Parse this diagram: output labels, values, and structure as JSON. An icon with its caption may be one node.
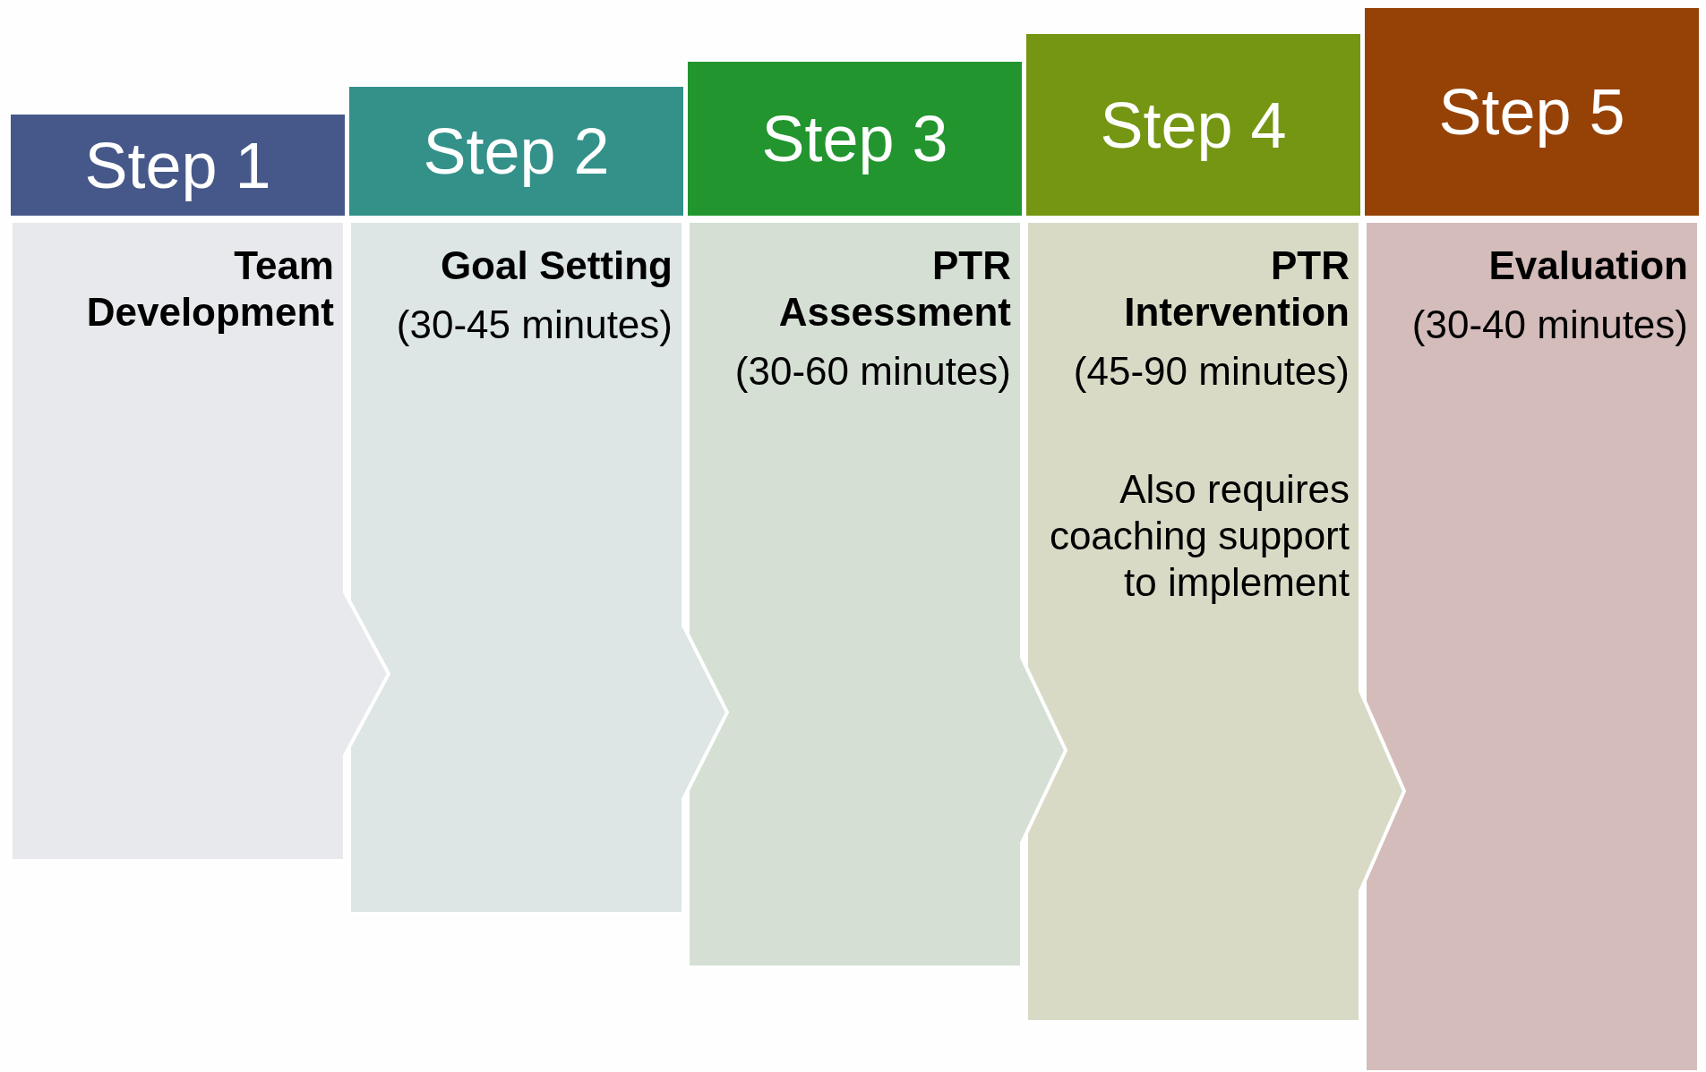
{
  "diagram": {
    "nodes": [
      {
        "text": [
          "Step 1"
        ]
      },
      {
        "text": [
          "Team Development"
        ]
      },
      {
        "text": [
          "Step 2"
        ]
      },
      {
        "text": [
          "Goal Setting",
          "(30-45 minutes)"
        ]
      },
      {
        "text": [
          "Step 3"
        ]
      },
      {
        "text": [
          "PTR Assessment",
          "(30-60 minutes)"
        ]
      },
      {
        "text": [
          "Step 4"
        ]
      },
      {
        "text": [
          "PTR Intervention",
          "(45-90 minutes)",
          "Also requires coaching support to implement"
        ]
      },
      {
        "text": [
          "Step 5"
        ]
      },
      {
        "text": [
          "Evaluation",
          "(30-40 minutes)"
        ]
      }
    ],
    "edges": []
  }
}
